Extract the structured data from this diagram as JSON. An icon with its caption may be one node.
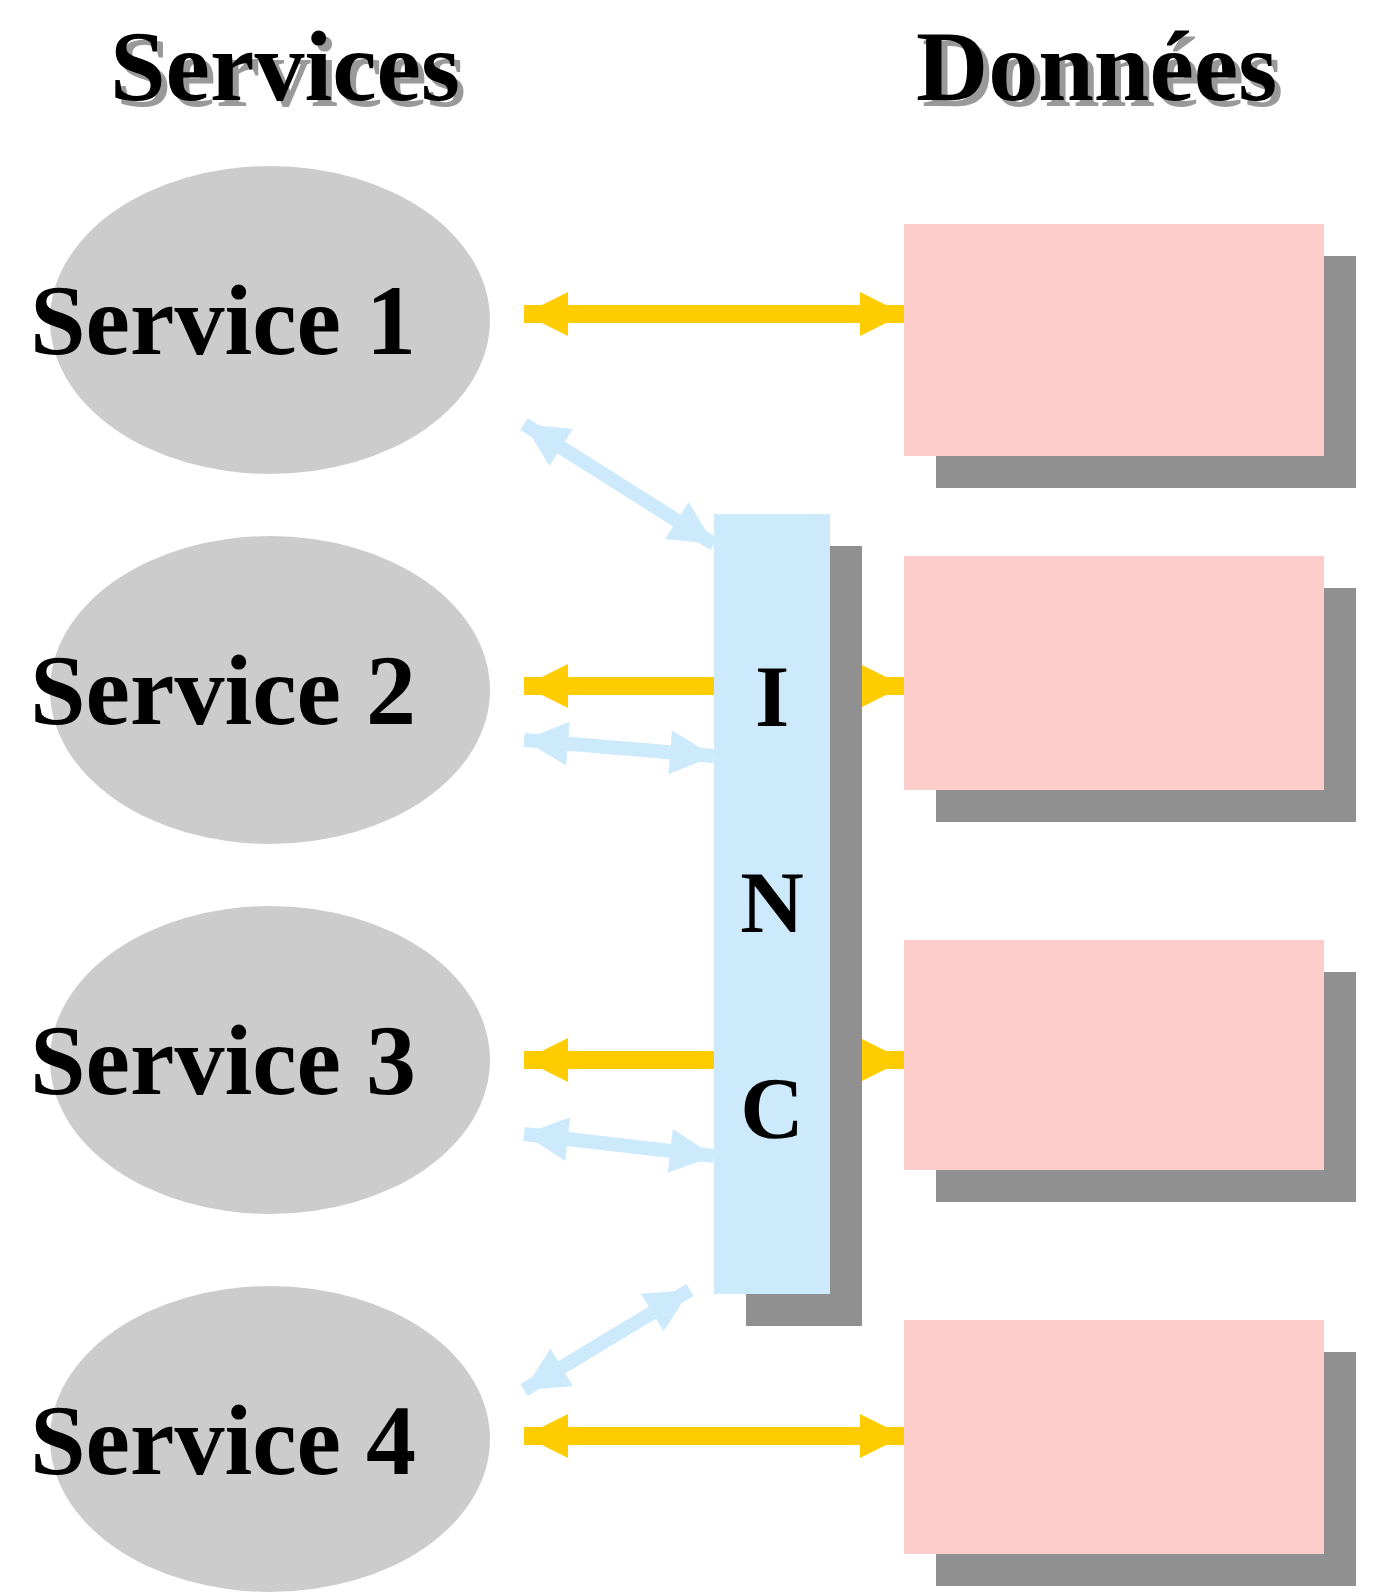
{
  "diagram": {
    "nodes": [
      {
        "text": [
          "Service 1"
        ]
      },
      {
        "text": [
          "Service 2"
        ]
      },
      {
        "text": [
          "Service 3"
        ]
      },
      {
        "text": [
          "Service 4"
        ]
      },
      {
        "text": [
          "I",
          "N",
          "C"
        ]
      },
      {
        "text": [],
        "shape": "box"
      },
      {
        "text": [],
        "shape": "box"
      },
      {
        "text": [],
        "shape": "box"
      },
      {
        "text": [],
        "shape": "box"
      }
    ],
    "edges": [
      {
        "from": 0,
        "to": 5,
        "arrow": "both",
        "color": "#ffcc00"
      },
      {
        "from": 4,
        "to": 1,
        "arrow": "to",
        "color": "#ffcc00"
      },
      {
        "from": 4,
        "to": 6,
        "arrow": "to",
        "color": "#ffcc00"
      },
      {
        "from": 4,
        "to": 2,
        "arrow": "to",
        "color": "#ffcc00"
      },
      {
        "from": 4,
        "to": 7,
        "arrow": "to",
        "color": "#ffcc00"
      },
      {
        "from": 3,
        "to": 8,
        "arrow": "both",
        "color": "#ffcc00"
      },
      {
        "from": 0,
        "to": 4,
        "arrow": "both",
        "color": "#cdeafd"
      },
      {
        "from": 1,
        "to": 4,
        "arrow": "both",
        "color": "#cdeafd"
      },
      {
        "from": 2,
        "to": 4,
        "arrow": "both",
        "color": "#cdeafd"
      },
      {
        "from": 3,
        "to": 4,
        "arrow": "both",
        "color": "#cdeafd"
      }
    ],
    "labels": [
      "Services",
      "Données"
    ]
  }
}
